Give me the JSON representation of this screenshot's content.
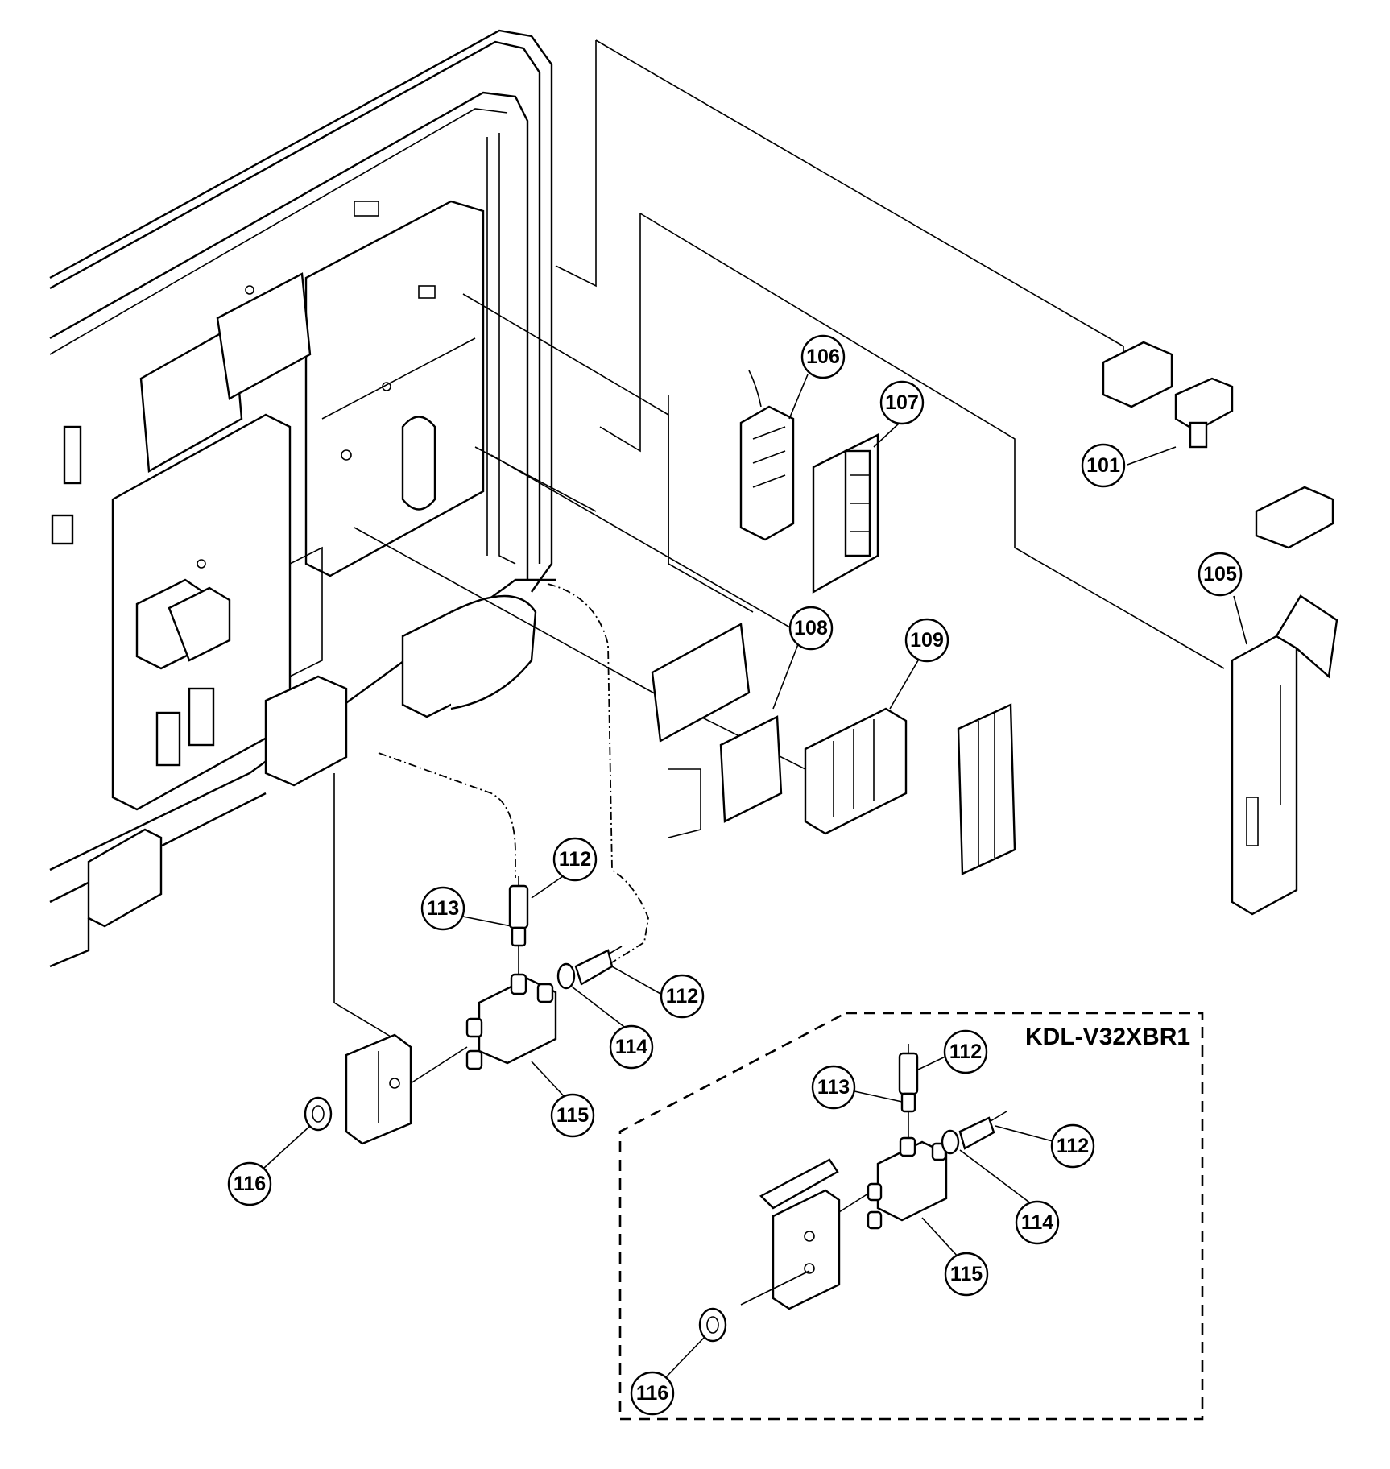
{
  "variant_box": {
    "label": "KDL-V32XBR1"
  },
  "callouts_main": [
    {
      "id": "101",
      "label": "101"
    },
    {
      "id": "105",
      "label": "105"
    },
    {
      "id": "106",
      "label": "106"
    },
    {
      "id": "107",
      "label": "107"
    },
    {
      "id": "108",
      "label": "108"
    },
    {
      "id": "109",
      "label": "109"
    },
    {
      "id": "112a",
      "label": "112"
    },
    {
      "id": "112b",
      "label": "112"
    },
    {
      "id": "113",
      "label": "113"
    },
    {
      "id": "114",
      "label": "114"
    },
    {
      "id": "115",
      "label": "115"
    },
    {
      "id": "116",
      "label": "116"
    }
  ],
  "callouts_variant": [
    {
      "id": "v112a",
      "label": "112"
    },
    {
      "id": "v112b",
      "label": "112"
    },
    {
      "id": "v113",
      "label": "113"
    },
    {
      "id": "v114",
      "label": "114"
    },
    {
      "id": "v115",
      "label": "115"
    },
    {
      "id": "v116",
      "label": "116"
    }
  ]
}
